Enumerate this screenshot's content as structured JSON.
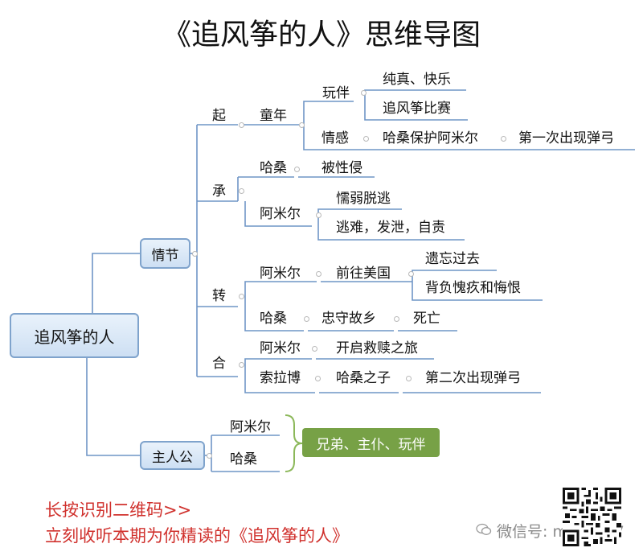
{
  "title": "《追风筝的人》思维导图",
  "root": "追风筝的人",
  "plot": {
    "label": "情节",
    "qi": {
      "label": "起",
      "childhood": "童年",
      "playmate": "玩伴",
      "innocence": "纯真、快乐",
      "kite_race": "追风筝比赛",
      "emotion": "情感",
      "hassan_protects": "哈桑保护阿米尔",
      "slingshot_first": "第一次出现弹弓"
    },
    "cheng": {
      "label": "承",
      "hassan": "哈桑",
      "assaulted": "被性侵",
      "amir": "阿米尔",
      "coward_flee": "懦弱脱逃",
      "escape_vent_blame": "逃难，发泄，自责"
    },
    "zhuan": {
      "label": "转",
      "amir": "阿米尔",
      "go_america": "前往美国",
      "forget_past": "遗忘过去",
      "guilt_regret": "背负愧疚和悔恨",
      "hassan": "哈桑",
      "guard_home": "忠守故乡",
      "death": "死亡"
    },
    "he": {
      "label": "合",
      "amir": "阿米尔",
      "redemption": "开启救赎之旅",
      "sohrab": "索拉博",
      "son_of_hassan": "哈桑之子",
      "slingshot_second": "第二次出现弹弓"
    }
  },
  "protagonists": {
    "label": "主人公",
    "amir": "阿米尔",
    "hassan": "哈桑",
    "relation": "兄弟、主仆、玩伴"
  },
  "footer": {
    "line1": "长按识别二维码>>",
    "line2": "立刻收听本期为你精读的《追风筝的人》",
    "wechat": "微信号: mc24957"
  },
  "colors": {
    "line": "#6f95c6",
    "box_border": "#7fa3cc",
    "relation_box": "#77a146",
    "footer_text": "#d0312d"
  }
}
